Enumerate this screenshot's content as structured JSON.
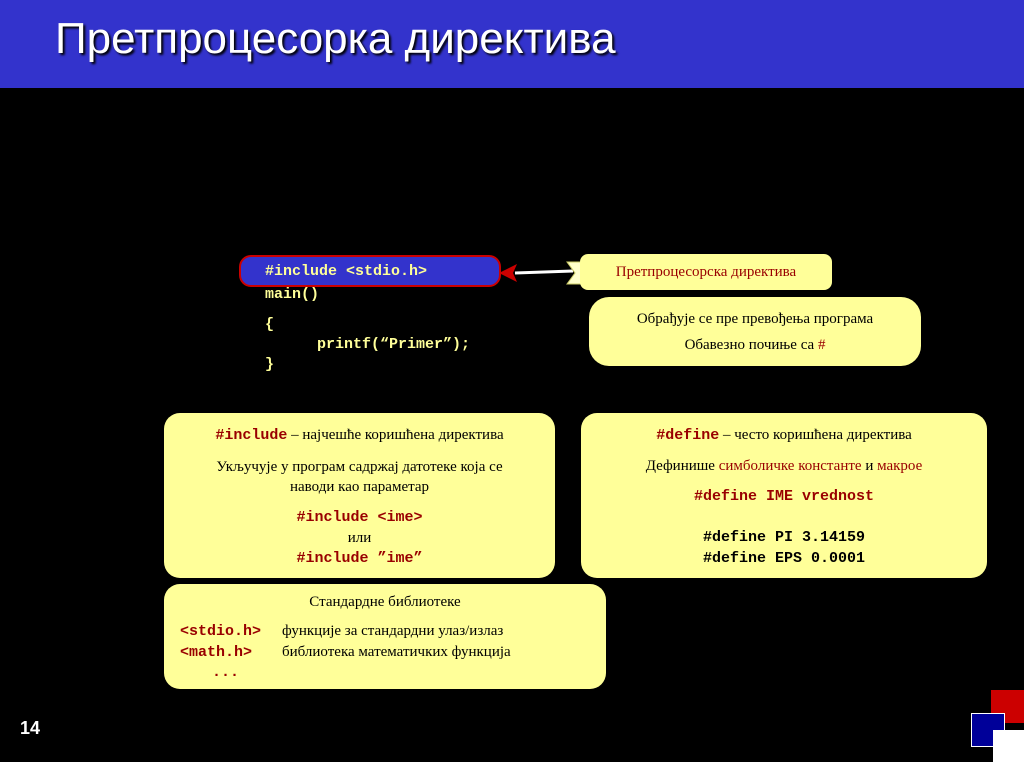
{
  "title": "Претпроцесорка директива",
  "code": {
    "include_line": "#include <stdio.h>",
    "main": "main()",
    "open_brace": "{",
    "printf": "printf(“Primer”);",
    "close_brace": "}"
  },
  "callout": {
    "label": "Претпроцесорска директива"
  },
  "info": {
    "line1": "Обрађује се пре превођења програма",
    "line2_text": "Обавезно почиње са ",
    "line2_hash": "#"
  },
  "include_box": {
    "keyword": "#include",
    "heading_rest": " – најчешће коришћена директива",
    "desc1": "Укључује у програм садржај датотеке која се",
    "desc2": "наводи као параметар",
    "example1": "#include <ime>",
    "or": "или",
    "example2": "#include ”ime”"
  },
  "define_box": {
    "keyword": "#define",
    "heading_rest": " – често коришћена директива",
    "defines_text": "Дефинише ",
    "symbolic": "симболичке константе",
    "sep": " и ",
    "macros": "макрое",
    "syntax": "#define IME vrednost",
    "example1": "#define PI 3.14159",
    "example2": "#define EPS 0.0001"
  },
  "libs_box": {
    "heading": "Стандардне библиотеке",
    "lib1_name": "<stdio.h>",
    "lib1_desc": "функције за стандардни улаз/излаз",
    "lib2_name": "<math.h>",
    "lib2_desc": "библиотека математичких функција",
    "ellipsis": "..."
  },
  "page_number": "14",
  "colors": {
    "header": "#3333cc",
    "box_fill": "#ffff99",
    "accent_red": "#990000",
    "code_text": "#ffff99"
  }
}
